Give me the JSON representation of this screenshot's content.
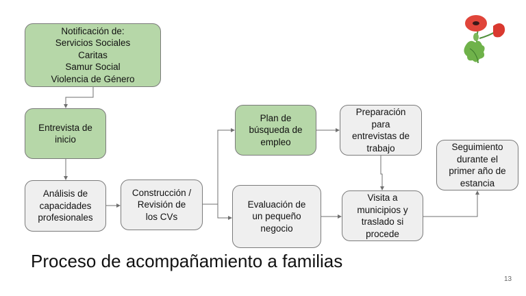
{
  "boxes": {
    "notificacion": "Notificación de:\nServicios Sociales\nCaritas\nSamur Social\nViolencia de Género",
    "entrevista": "Entrevista de\ninicio",
    "analisis": "Análisis de\ncapacidades\nprofesionales",
    "construccion": "Construcción /\nRevisión de\nlos CVs",
    "plan": "Plan de\nbúsqueda de\nempleo",
    "evaluacion": "Evaluación de\nun pequeño\nnegocio",
    "preparacion": "Preparación\npara\nentrevistas de\ntrabajo",
    "visita": "Visita a\nmunicipios y\ntraslado si\nprocede",
    "seguimiento": "Seguimiento\ndurante el\nprimer año de\nestancia"
  },
  "title": "Proceso de acompañamiento a familias",
  "page_number": "13",
  "colors": {
    "green": "#b6d7a8",
    "grey": "#efefef",
    "line": "#6f6f6f"
  }
}
